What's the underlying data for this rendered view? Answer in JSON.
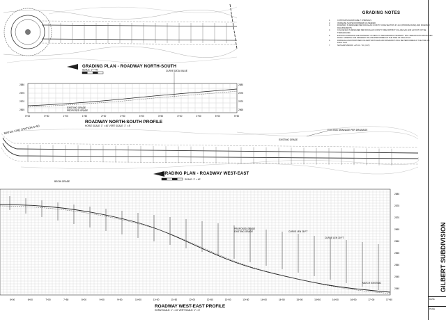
{
  "sheet": {
    "subdivision_name": "GILBERT SUBDIVISION",
    "titleblock_labels": [
      "DATE",
      "PAGE"
    ]
  },
  "grading_notes": {
    "title": "GRADING NOTES",
    "items": [
      "CONTOURS SHOWN ARE 2' INTERVALS",
      "INCREASE SLOPE DOWNWARD AS NEEDED",
      "ROADWAY IS DESIGNED PER DOUGLAS COUNTY CODE SECTION 37-10-3 (PRIVATE ROAD) AND ROADWAY REQUIREMENTS",
      "CUL-DE-SAC IS DESIGNED PER DOUGLAS COUNTY FIRE DISTRICT CUL-DE-SAC AND LAYOUT OF THE TURNAROUND",
      "EXISTING DRAINAGE AND DRIVEWAY ACCESS TO NEIGHBORING PROPERTY WILL REMAIN WITH PROPOSED ROAD. GRADING FOR DRIVEWAY WILL BE PERFORMED AT THE TIME OF FINAL PLAT",
      "DRAINAGE AND PROPOSED CULVERTS/DITCHES AND DRIVEWAYS WILL BE PERFORMED AT THE TIME OF FINAL PLAT",
      "NET EARTHWORK: +25 CU. YD. (CUT)"
    ]
  },
  "plan_north_south": {
    "title": "GRADING PLAN - ROADWAY NORTH-SOUTH",
    "scale": "SCALE: 1\" = 40'"
  },
  "profile_north_south": {
    "title": "ROADWAY NORTH-SOUTH PROFILE",
    "scale": "HORIZ SCALE: 1\" = 40'   VERT SCALE: 1\" = 8'",
    "elev_labels": [
      "2580",
      "2575",
      "2570",
      "2565"
    ],
    "station_labels": [
      "0+00",
      "0+50",
      "1+00",
      "1+50",
      "2+00",
      "2+50",
      "3+00",
      "3+50",
      "4+00",
      "4+50",
      "5+00",
      "5+50"
    ],
    "callouts": [
      "EXISTING GRADE",
      "PROPOSED GRADE",
      "CURVE DATA VALUE"
    ]
  },
  "match_line": {
    "label": "MATCH LINE STATION 5+50"
  },
  "plan_west_east": {
    "title": "GRADING PLAN - ROADWAY WEST-EAST",
    "scale": "SCALE: 1\" = 40'",
    "callouts": [
      "EXISTING GRADE",
      "EXISTING DRAINAGE PER DRAINAGE"
    ]
  },
  "profile_west_east": {
    "title": "ROADWAY WEST-EAST PROFILE",
    "scale": "HORIZ SCALE: 1\" = 40'   VERT SCALE: 1\" = 8'",
    "elev_labels": [
      "2580",
      "2575",
      "2570",
      "2565",
      "2560",
      "2555",
      "2550",
      "2545",
      "2540"
    ],
    "station_labels": [
      "5+00",
      "6+00",
      "7+00",
      "7+50",
      "8+00",
      "9+00",
      "9+50",
      "10+00",
      "11+00",
      "11+50",
      "12+00",
      "12+50",
      "13+00",
      "13+50",
      "14+00",
      "14+50",
      "15+00",
      "15+50",
      "16+00",
      "16+50",
      "17+00",
      "17+50"
    ],
    "callouts": [
      "PROPOSED GRADE",
      "EXISTING GRADE",
      "CURVE LEN 28 FT",
      "CURVE LEN 30 FT",
      "BEGIN GRADE",
      "MATCH EXISTING"
    ]
  }
}
